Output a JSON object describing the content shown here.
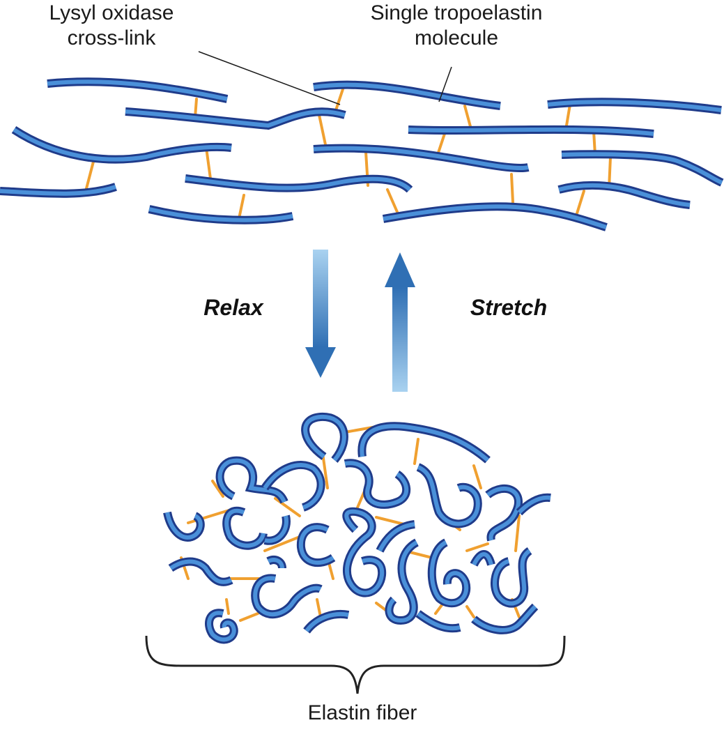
{
  "labels": {
    "crosslink_line1": "Lysyl oxidase",
    "crosslink_line2": "cross-link",
    "tropo_line1": "Single tropoelastin",
    "tropo_line2": "molecule",
    "relax": "Relax",
    "stretch": "Stretch",
    "fiber": "Elastin fiber"
  },
  "colors": {
    "strand_fill": "#4a90d9",
    "strand_outline": "#1f3b8a",
    "crosslink": "#f0a030",
    "arrow_light": "#a9d2f0",
    "arrow_dark": "#2f6fb4",
    "brace": "#222222"
  }
}
